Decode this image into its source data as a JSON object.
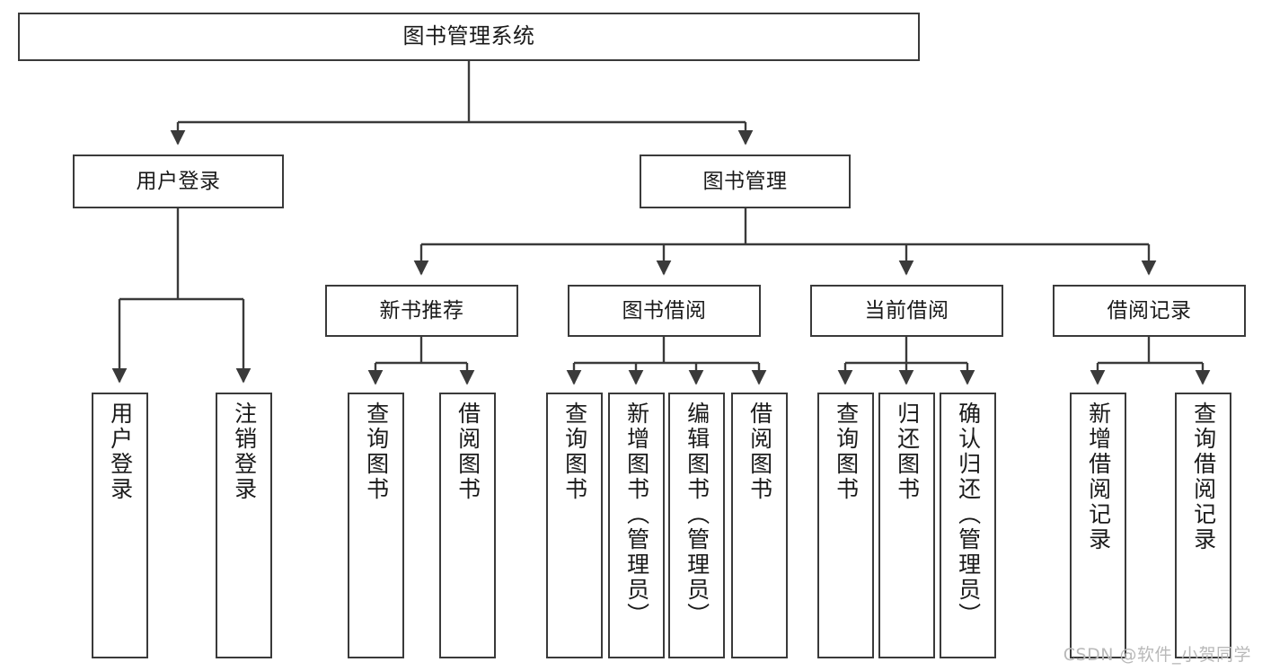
{
  "diagram": {
    "type": "tree-hierarchy",
    "title": "图书管理系统",
    "background_color": "#ffffff",
    "line_color": "#3a3a3a",
    "text_color": "#1a1a1a",
    "root": {
      "label": "图书管理系统"
    },
    "level2": [
      {
        "label": "用户登录"
      },
      {
        "label": "图书管理"
      }
    ],
    "level3": [
      {
        "label": "新书推荐"
      },
      {
        "label": "图书借阅"
      },
      {
        "label": "当前借阅"
      },
      {
        "label": "借阅记录"
      }
    ],
    "leaves": {
      "user_login": [
        {
          "label": "用户登录"
        },
        {
          "label": "注销登录"
        }
      ],
      "new_book_recommend": [
        {
          "label": "查询图书"
        },
        {
          "label": "借阅图书"
        }
      ],
      "book_borrow": [
        {
          "label": "查询图书"
        },
        {
          "label": "新增图书（管理员）"
        },
        {
          "label": "编辑图书（管理员）"
        },
        {
          "label": "借阅图书"
        }
      ],
      "current_borrow": [
        {
          "label": "查询图书"
        },
        {
          "label": "归还图书"
        },
        {
          "label": "确认归还（管理员）"
        }
      ],
      "borrow_record": [
        {
          "label": "新增借阅记录"
        },
        {
          "label": "查询借阅记录"
        }
      ]
    },
    "watermark": "CSDN @软件_小贺同学"
  }
}
